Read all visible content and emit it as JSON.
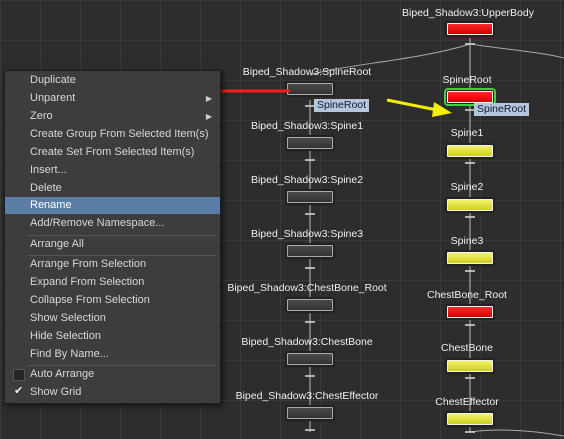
{
  "graph": {
    "top_node": {
      "label": "Biped_Shadow3:UpperBody"
    },
    "left_nodes": [
      {
        "label": "Biped_Shadow3:SpineRoot"
      },
      {
        "label": "Biped_Shadow3:Spine1"
      },
      {
        "label": "Biped_Shadow3:Spine2"
      },
      {
        "label": "Biped_Shadow3:Spine3"
      },
      {
        "label": "Biped_Shadow3:ChestBone_Root"
      },
      {
        "label": "Biped_Shadow3:ChestBone"
      },
      {
        "label": "Biped_Shadow3:ChestEffector"
      }
    ],
    "right_nodes": [
      {
        "label": "SpineRoot",
        "color": "red"
      },
      {
        "label": "Spine1",
        "color": "yellow"
      },
      {
        "label": "Spine2",
        "color": "yellow"
      },
      {
        "label": "Spine3",
        "color": "yellow"
      },
      {
        "label": "ChestBone_Root",
        "color": "red"
      },
      {
        "label": "ChestBone",
        "color": "yellow"
      },
      {
        "label": "ChestEffector",
        "color": "yellow"
      }
    ],
    "rename_field_left": {
      "value": "SpineRoot"
    },
    "rename_field_right": {
      "value": "SpineRoot"
    },
    "annotation_colors": {
      "red_arrow": "#ff1a1a",
      "yellow_arrow": "#f0f000",
      "selection_outline": "#3fd23f"
    }
  },
  "context_menu": {
    "items": [
      {
        "label": "Duplicate"
      },
      {
        "label": "Unparent",
        "submenu": true
      },
      {
        "label": "Zero",
        "submenu": true
      },
      {
        "label": "Create Group From Selected Item(s)"
      },
      {
        "label": "Create Set From Selected Item(s)"
      },
      {
        "label": "Insert..."
      },
      {
        "label": "Delete"
      },
      {
        "label": "Rename",
        "active": true
      },
      {
        "label": "Add/Remove Namespace..."
      },
      {
        "label": "Arrange All"
      },
      {
        "label": "Arrange From Selection"
      },
      {
        "label": "Expand From Selection"
      },
      {
        "label": "Collapse From Selection"
      },
      {
        "label": "Show Selection"
      },
      {
        "label": "Hide Selection"
      },
      {
        "label": "Find By Name..."
      },
      {
        "label": "Auto Arrange",
        "checked": false
      },
      {
        "label": "Show Grid",
        "checked": true
      }
    ],
    "highlight_color": "#5a7ea6"
  }
}
